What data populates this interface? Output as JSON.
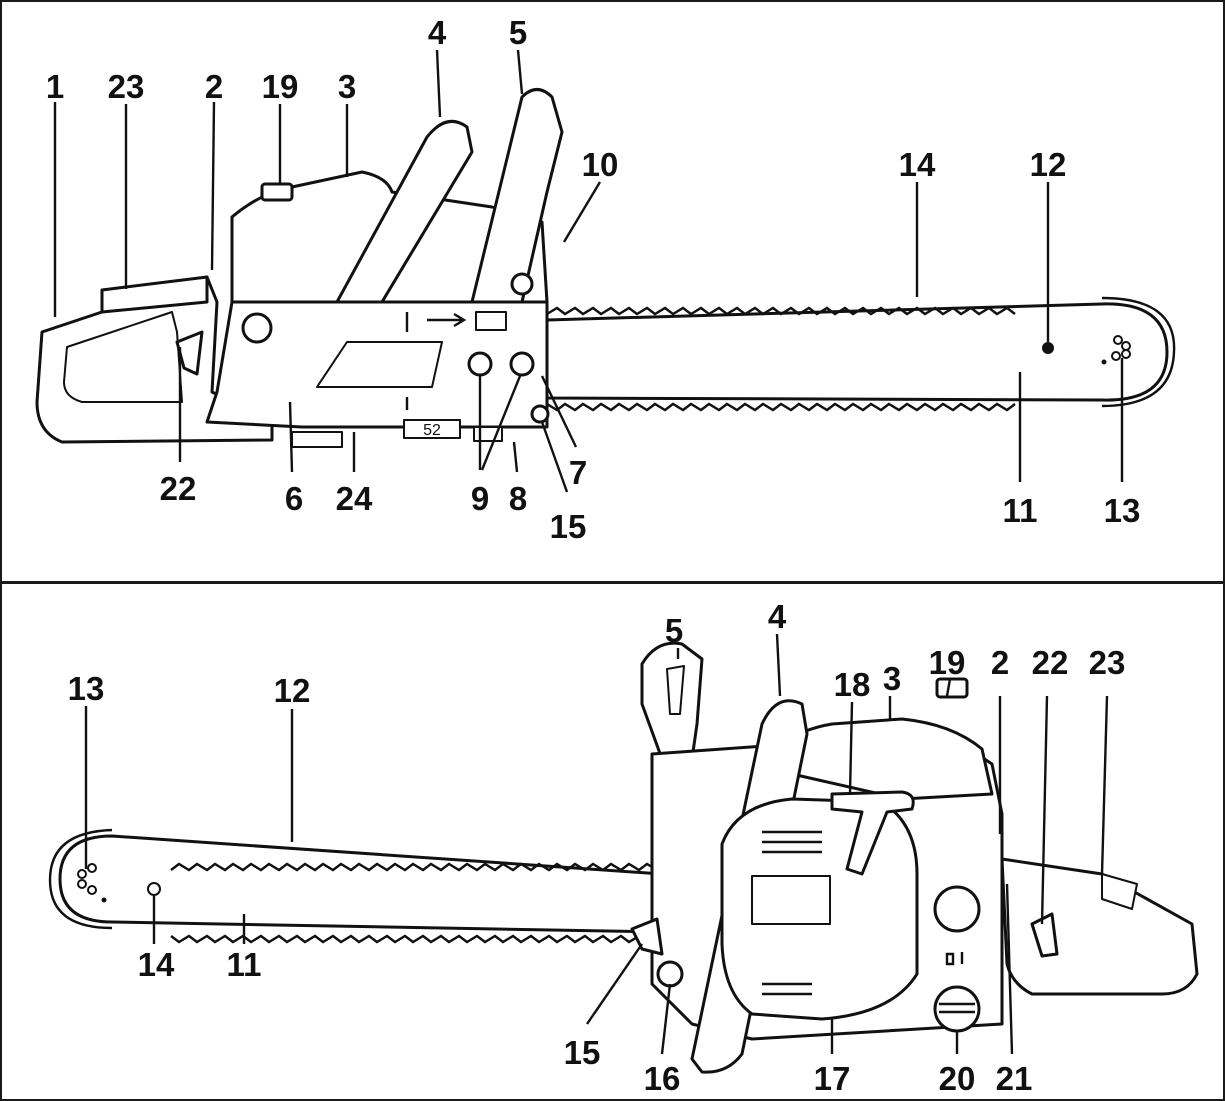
{
  "diagram": {
    "top_view": {
      "callouts": [
        "1",
        "23",
        "2",
        "19",
        "3",
        "4",
        "5",
        "10",
        "14",
        "12",
        "22",
        "6",
        "24",
        "9",
        "8",
        "15",
        "7",
        "11",
        "13"
      ],
      "stamp_52": "52"
    },
    "bottom_view": {
      "callouts": [
        "13",
        "12",
        "14",
        "11",
        "5",
        "4",
        "18",
        "3",
        "19",
        "2",
        "22",
        "23",
        "15",
        "16",
        "17",
        "20",
        "21"
      ]
    }
  }
}
